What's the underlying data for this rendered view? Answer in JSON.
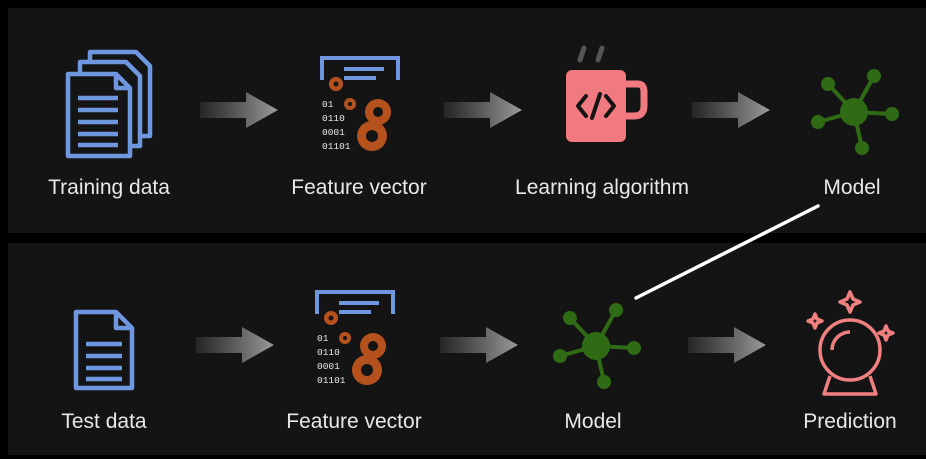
{
  "pipeline": {
    "training": {
      "steps": [
        {
          "label": "Training data",
          "icon": "document-stack-icon"
        },
        {
          "label": "Feature vector",
          "icon": "feature-vector-icon"
        },
        {
          "label": "Learning algorithm",
          "icon": "code-mug-icon"
        },
        {
          "label": "Model",
          "icon": "network-node-icon"
        }
      ]
    },
    "testing": {
      "steps": [
        {
          "label": "Test data",
          "icon": "document-icon"
        },
        {
          "label": "Feature vector",
          "icon": "feature-vector-icon"
        },
        {
          "label": "Model",
          "icon": "network-node-icon"
        },
        {
          "label": "Prediction",
          "icon": "crystal-ball-icon"
        }
      ]
    },
    "feature_bits": [
      "01",
      "0110",
      "0001",
      "01101"
    ]
  },
  "colors": {
    "background": "#000000",
    "panel": "#141414",
    "document": "#6f97e0",
    "gear": "#b5511d",
    "mug": "#f17a80",
    "model": "#2f6b14",
    "crystal_ball": "#f08080",
    "arrow": "#8a8a8a",
    "text": "#e8e8e8"
  }
}
